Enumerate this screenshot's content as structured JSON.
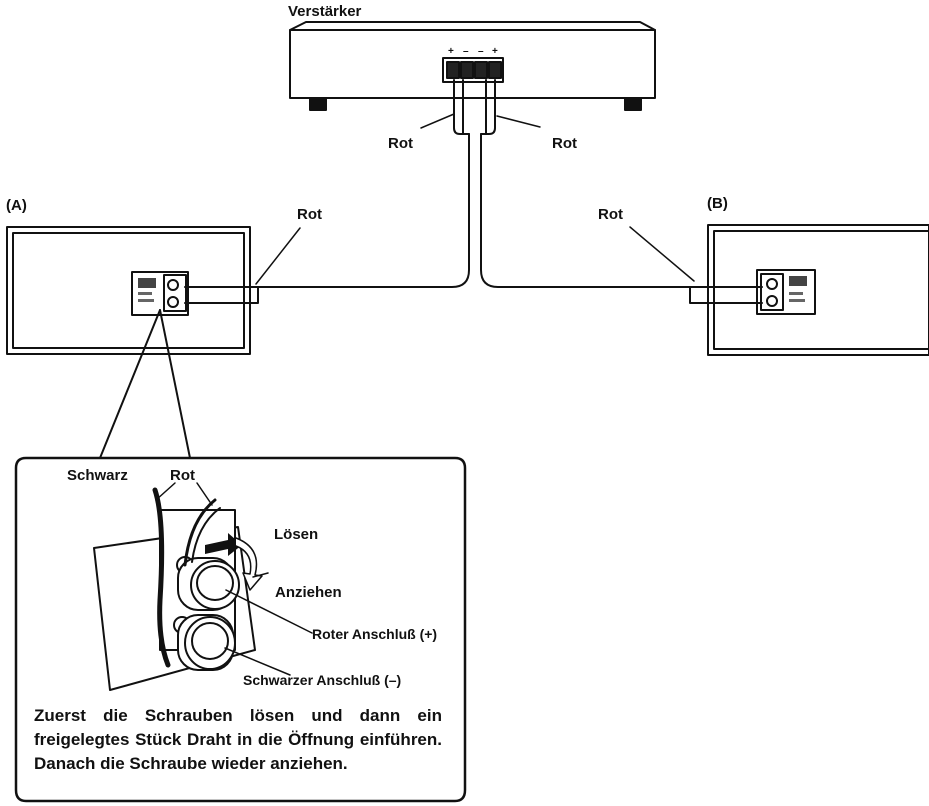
{
  "labels": {
    "amplifier": "Verstärker",
    "red_left": "Rot",
    "red_right": "Rot",
    "speaker_a": "(A)",
    "speaker_b": "(B)",
    "red_speaker_a": "Rot",
    "red_speaker_b": "Rot",
    "black_wire": "Schwarz",
    "red_wire": "Rot",
    "loosen": "Lösen",
    "tighten": "Anziehen",
    "red_terminal": "Roter Anschluß (+)",
    "black_terminal": "Schwarzer Anschluß (–)",
    "terminal_signs": [
      "+",
      "–",
      "–",
      "+"
    ]
  },
  "instruction": "Zuerst die Schrauben lösen und dann ein freigelegtes Stück Draht in die Öffnung einführen. Danach die Schraube wieder anziehen."
}
